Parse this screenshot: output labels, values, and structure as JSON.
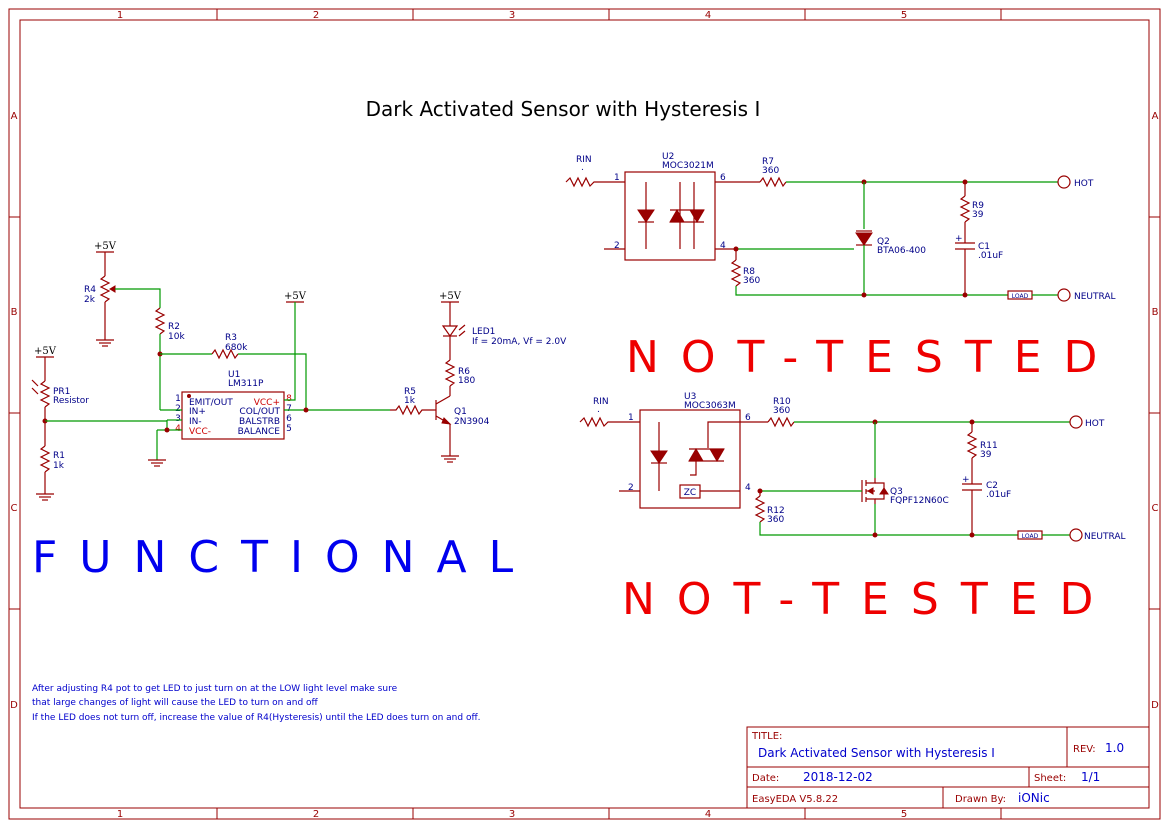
{
  "frame": {
    "columns": [
      "1",
      "2",
      "3",
      "4",
      "5"
    ],
    "rows": [
      "A",
      "B",
      "C",
      "D"
    ]
  },
  "schematic": {
    "title": "Dark Activated Sensor with Hysteresis I",
    "status_functional": "FUNCTIONAL",
    "status_not_tested_1": "NOT-TESTED",
    "status_not_tested_2": "NOT-TESTED",
    "notes": [
      "After adjusting R4 pot to get LED to just turn on at the LOW light level make sure",
      "that large changes of light will cause the LED to turn on and off",
      "If the LED does not turn off, increase the value of R4(Hysteresis) until the LED does turn on and off."
    ],
    "power_label": "+5V",
    "components": {
      "r4": {
        "ref": "R4",
        "value": "2k"
      },
      "r2": {
        "ref": "R2",
        "value": "10k"
      },
      "r3": {
        "ref": "R3",
        "value": "680k"
      },
      "pr1": {
        "ref": "PR1",
        "value": "Resistor"
      },
      "r1": {
        "ref": "R1",
        "value": "1k"
      },
      "u1": {
        "ref": "U1",
        "value": "LM311P",
        "pins_left": [
          "EMIT/OUT",
          "IN+",
          "IN-",
          "VCC-"
        ],
        "pins_right": [
          "VCC+",
          "COL/OUT",
          "BALSTRB",
          "BALANCE"
        ],
        "pin_nums_left": [
          "1",
          "2",
          "3",
          "4"
        ],
        "pin_nums_right": [
          "8",
          "7",
          "6",
          "5"
        ]
      },
      "r5": {
        "ref": "R5",
        "value": "1k"
      },
      "q1": {
        "ref": "Q1",
        "value": "2N3904"
      },
      "led1": {
        "ref": "LED1",
        "value": "If = 20mA, Vf = 2.0V"
      },
      "r6": {
        "ref": "R6",
        "value": "180"
      },
      "u2": {
        "ref": "U2",
        "value": "MOC3021M",
        "p1": "1",
        "p2": "2",
        "p4": "4",
        "p6": "6"
      },
      "rin1": {
        "ref": "RIN",
        "value": "."
      },
      "r7": {
        "ref": "R7",
        "value": "360"
      },
      "r9": {
        "ref": "R9",
        "value": "39"
      },
      "c1": {
        "ref": "C1",
        "value": ".01uF"
      },
      "q2": {
        "ref": "Q2",
        "value": "BTA06-400"
      },
      "r8": {
        "ref": "R8",
        "value": "360"
      },
      "u3": {
        "ref": "U3",
        "value": "MOC3063M",
        "zc": "ZC",
        "p1": "1",
        "p2": "2",
        "p4": "4",
        "p6": "6"
      },
      "rin2": {
        "ref": "RIN",
        "value": "."
      },
      "r10": {
        "ref": "R10",
        "value": "360"
      },
      "r11": {
        "ref": "R11",
        "value": "39"
      },
      "c2": {
        "ref": "C2",
        "value": ".01uF"
      },
      "q3": {
        "ref": "Q3",
        "value": "FQPF12N60C"
      },
      "r12": {
        "ref": "R12",
        "value": "360"
      }
    },
    "ports": {
      "hot": "HOT",
      "neutral": "NEUTRAL",
      "load": "LOAD"
    }
  },
  "title_block": {
    "title_label": "TITLE:",
    "title_value": "Dark Activated Sensor with Hysteresis I",
    "rev_label": "REV:",
    "rev_value": "1.0",
    "date_label": "Date:",
    "date_value": "2018-12-02",
    "sheet_label": "Sheet:",
    "sheet_value": "1/1",
    "software": "EasyEDA V5.8.22",
    "drawn_label": "Drawn By:",
    "drawn_value": "iONic"
  }
}
